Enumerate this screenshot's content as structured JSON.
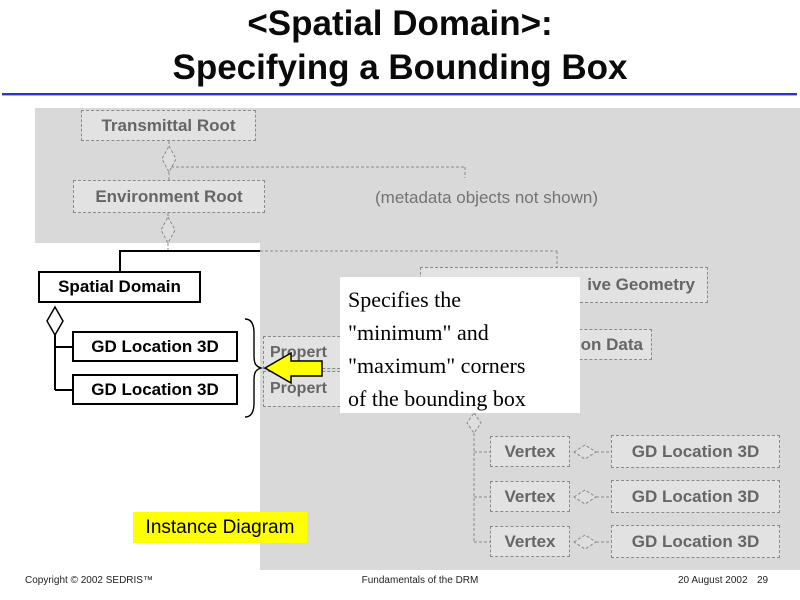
{
  "title": {
    "line1": "<Spatial Domain>:",
    "line2": "Specifying a Bounding Box"
  },
  "diagram": {
    "class_boxes": {
      "transmittal_root": "Transmittal Root",
      "environment_root": "Environment Root",
      "metadata_note": "(metadata objects not shown)",
      "geometry_partial": "ive Geometry",
      "data_partial": "on Data",
      "property_partial_1": "Propert",
      "property_partial_2": "Propert"
    },
    "rows": [
      {
        "vertex": "Vertex",
        "location": "GD Location 3D"
      },
      {
        "vertex": "Vertex",
        "location": "GD Location 3D"
      },
      {
        "vertex": "Vertex",
        "location": "GD Location 3D"
      }
    ],
    "instance_boxes": {
      "spatial_domain": "Spatial Domain",
      "gd_location_1": "GD Location 3D",
      "gd_location_2": "GD Location 3D"
    },
    "callout": {
      "line1": "Specifies the",
      "line2": "\"minimum\" and",
      "line3": "\"maximum\" corners",
      "line4": "of the bounding box"
    },
    "instance_label": "Instance Diagram"
  },
  "footer": {
    "copyright": "Copyright © 2002 SEDRIS™",
    "center": "Fundamentals of the DRM",
    "date": "20 August 2002",
    "page": "29"
  },
  "colors": {
    "rule_blue": "#3232cc",
    "region_gray": "#d9d9d9",
    "highlight_yellow": "#ffff00",
    "class_text_gray": "#666666"
  }
}
